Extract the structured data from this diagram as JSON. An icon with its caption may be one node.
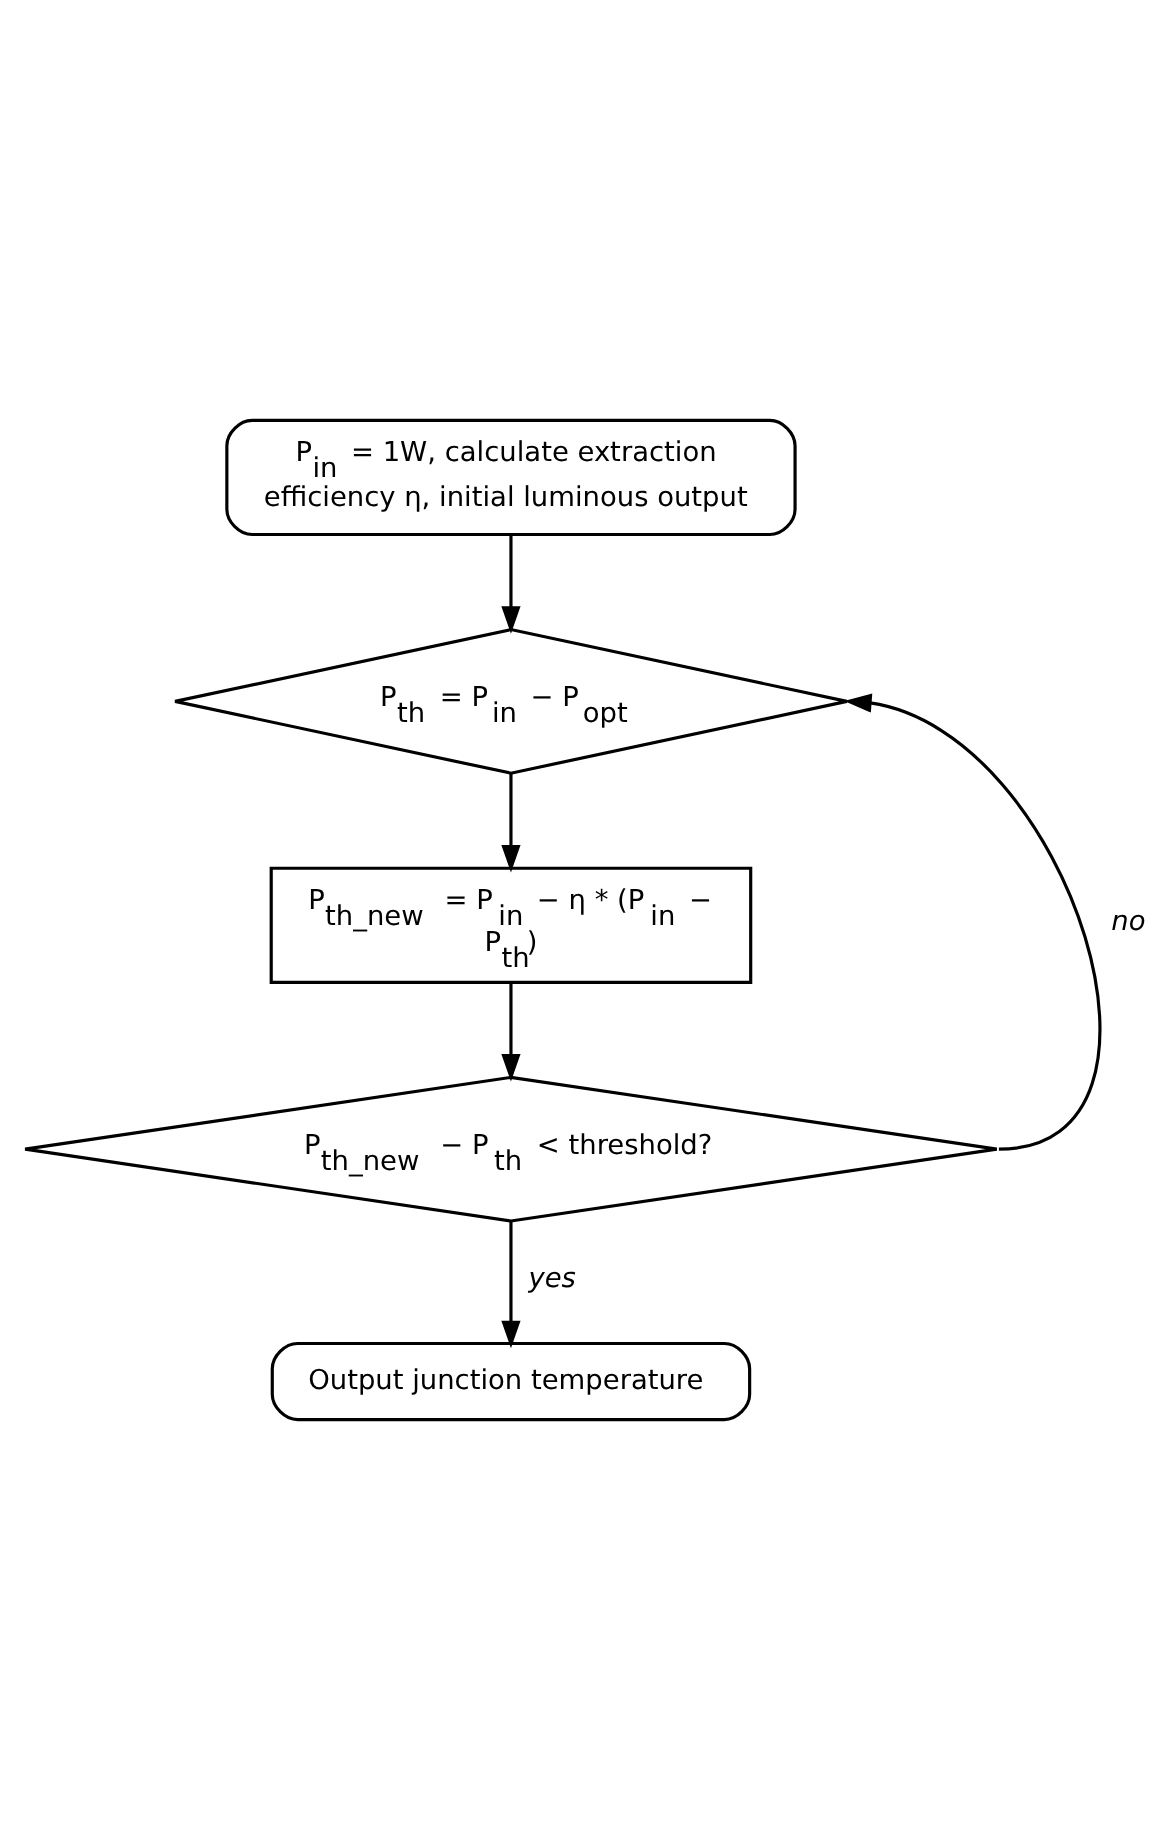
{
  "diagram": {
    "nodes": [
      {
        "text": [
          "P$_{in}$ = 1W, calculate extraction efficiency η, initial luminous output"
        ]
      },
      {
        "text": [
          "P$_{th}$ = P$_{in}$ − P$_{opt}$"
        ]
      },
      {
        "text": [
          "P$_{th_new}$ = P$_{in}$ − η * (P$_{in}$ − P$_{th}$)"
        ]
      },
      {
        "text": [
          "P$_{th_new}$ − P$_{th}$ < threshold?"
        ]
      },
      {
        "text": [
          "Output junction temperature"
        ]
      }
    ],
    "edges": [
      {
        "from": 0,
        "to": 1,
        "arrow": "to"
      },
      {
        "from": 1,
        "to": 2,
        "arrow": "to"
      },
      {
        "from": 2,
        "to": 3,
        "arrow": "to"
      },
      {
        "from": 3,
        "to": 1,
        "arrow": "to",
        "label": "no"
      },
      {
        "from": 3,
        "to": 4,
        "arrow": "to",
        "label": "yes"
      }
    ]
  }
}
